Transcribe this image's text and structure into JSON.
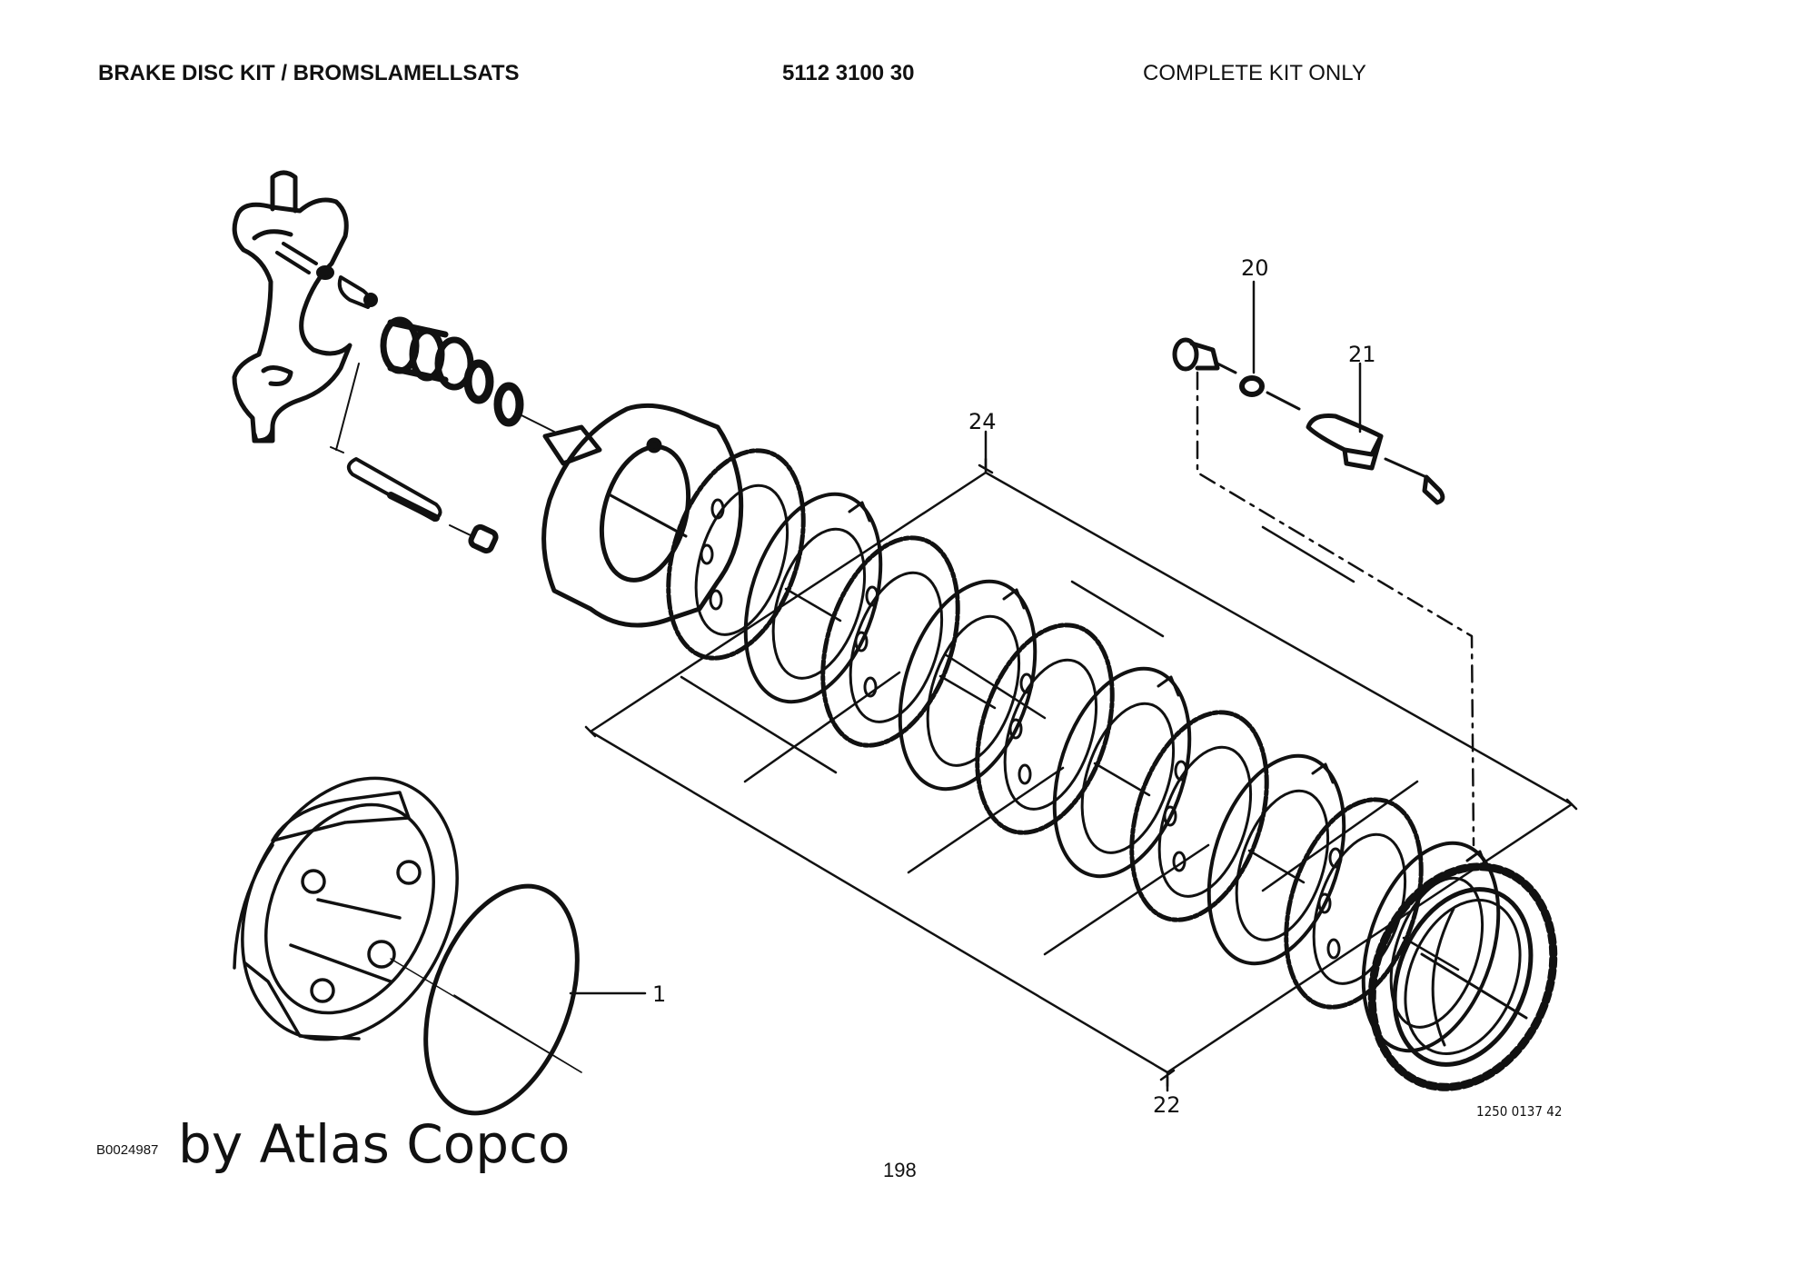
{
  "header": {
    "title": "BRAKE DISC KIT / BROMSLAMELLSATS",
    "part_number": "5112 3100 30",
    "note": "COMPLETE KIT ONLY"
  },
  "diagram": {
    "description": "Exploded view of brake disc kit",
    "callouts": [
      {
        "id": "1",
        "label": "1",
        "part": "o-ring"
      },
      {
        "id": "20",
        "label": "20",
        "part": "washer"
      },
      {
        "id": "21",
        "label": "21",
        "part": "bracket"
      },
      {
        "id": "22",
        "label": "22",
        "part": "disc stack"
      },
      {
        "id": "24",
        "label": "24",
        "part": "disc stack"
      }
    ],
    "drawing_reference": "1250 0137 42"
  },
  "footer": {
    "document_id": "B0024987",
    "brand": "by Atlas Copco",
    "page_number": "198"
  },
  "colors": {
    "ink": "#111111",
    "background": "#ffffff"
  }
}
